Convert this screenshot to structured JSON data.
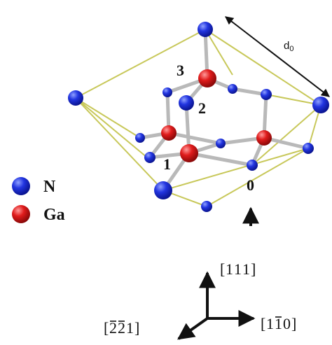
{
  "labels": {
    "site_0": "0",
    "site_1": "1",
    "site_2": "2",
    "site_3": "3",
    "distance": "d",
    "distance_sub": "0"
  },
  "legend": [
    {
      "name": "N",
      "color": "#1f2fd6"
    },
    {
      "name": "Ga",
      "color": "#d61a1a"
    }
  ],
  "directions": {
    "up": {
      "digits": [
        "1",
        "1",
        "1"
      ],
      "bars": [
        false,
        false,
        false
      ]
    },
    "right": {
      "digits": [
        "1",
        "1",
        "0"
      ],
      "bars": [
        false,
        true,
        false
      ]
    },
    "left": {
      "digits": [
        "2",
        "2",
        "1"
      ],
      "bars": [
        true,
        true,
        false
      ]
    }
  },
  "colors": {
    "nitrogen": "#1f2fd6",
    "gallium": "#d61a1a",
    "cell_edge": "#c8c85a",
    "bond": "#b9b9b9",
    "axis": "#111111"
  }
}
